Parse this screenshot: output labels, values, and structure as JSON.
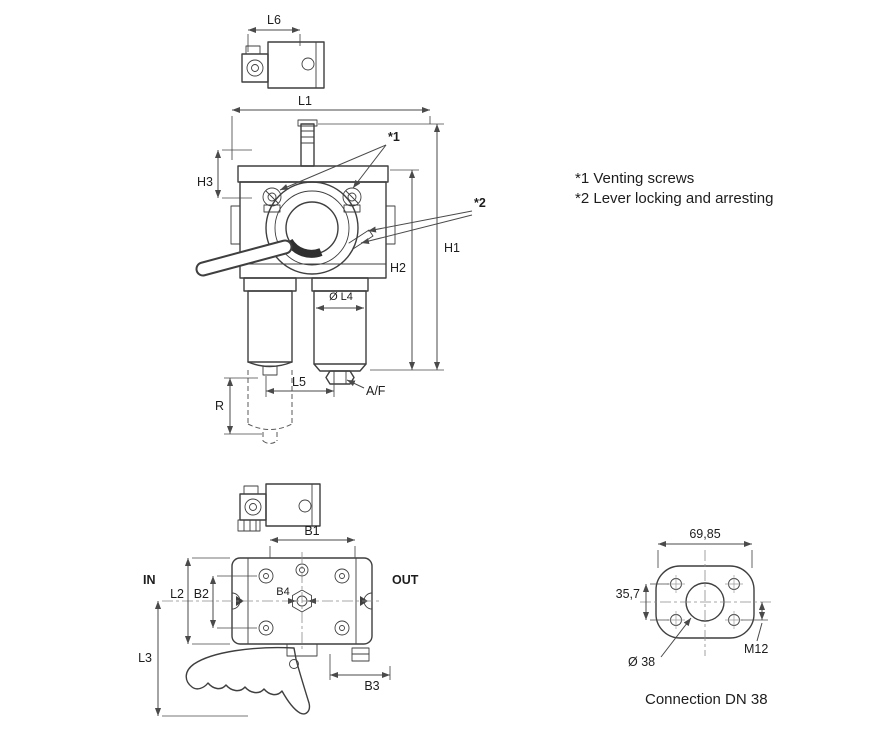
{
  "theme": {
    "ink": "#3f3f3f",
    "paper": "#ffffff"
  },
  "notes": {
    "line1": "*1 Venting screws",
    "line2": "*2 Lever locking and arresting"
  },
  "detail_view": {
    "dim_l6": "L6"
  },
  "front_view": {
    "dim_l1": "L1",
    "dim_h1": "H1",
    "dim_h2": "H2",
    "dim_h3": "H3",
    "dim_l4": "Ø L4",
    "dim_l5": "L5",
    "dim_af": "A/F",
    "dim_r": "R",
    "callout_1": "*1",
    "callout_2": "*2"
  },
  "plan_view": {
    "dim_b1": "B1",
    "dim_b2": "B2",
    "dim_b3": "B3",
    "dim_b4": "B4",
    "dim_l2": "L2",
    "dim_l3": "L3",
    "port_in": "IN",
    "port_out": "OUT"
  },
  "flange_view": {
    "dim_width": "69,85",
    "dim_height": "35,7",
    "dim_thread": "M12",
    "dim_bore": "Ø 38",
    "caption": "Connection DN 38"
  }
}
